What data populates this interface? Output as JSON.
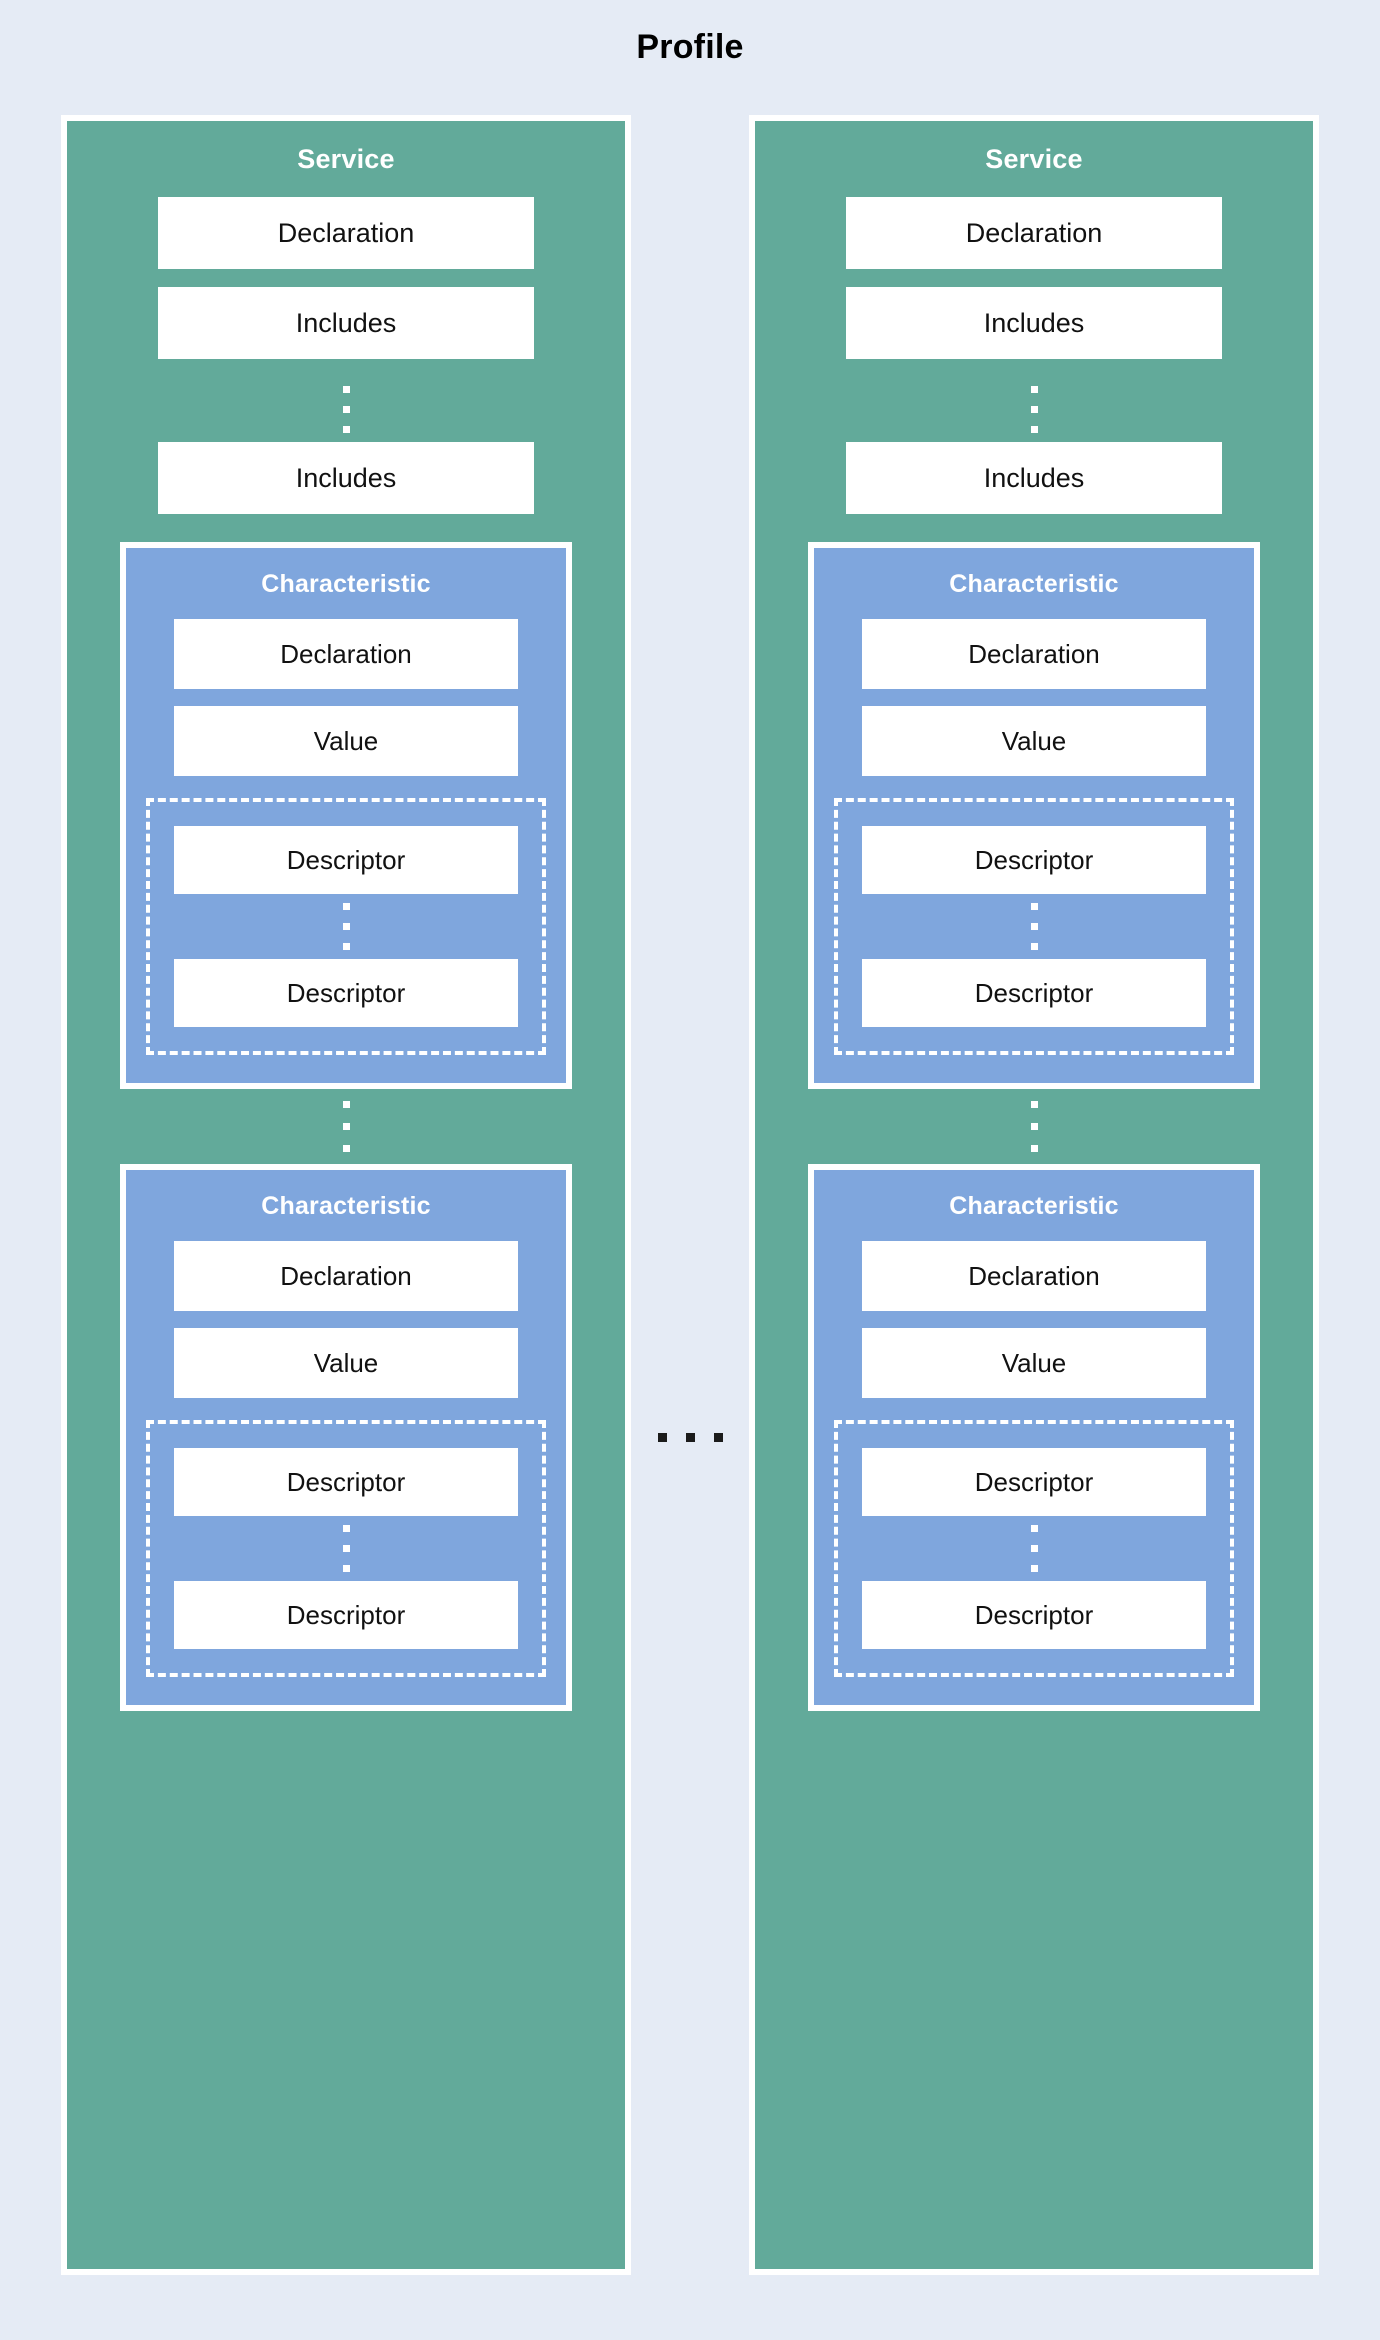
{
  "title": "Profile",
  "colors": {
    "background": "#e5ebf5",
    "service": "#62aa9a",
    "characteristic": "#7fa6dd",
    "leaf": "#ffffff",
    "border": "#ffffff",
    "text_dark": "#111111",
    "text_light": "#ffffff"
  },
  "labels": {
    "service": "Service",
    "characteristic": "Characteristic",
    "declaration": "Declaration",
    "includes": "Includes",
    "value": "Value",
    "descriptor": "Descriptor",
    "ellipsis_vertical": "vertical-ellipsis",
    "ellipsis_horizontal": "horizontal-ellipsis"
  },
  "diagram": {
    "type": "nested-block-hierarchy",
    "root": "Profile",
    "columns": [
      {
        "kind": "Service",
        "title": "Service",
        "items": [
          {
            "type": "leaf",
            "label": "Declaration"
          },
          {
            "type": "leaf",
            "label": "Includes"
          },
          {
            "type": "ellipsis",
            "orientation": "vertical"
          },
          {
            "type": "leaf",
            "label": "Includes"
          }
        ],
        "characteristics": [
          {
            "title": "Characteristic",
            "items": [
              {
                "type": "leaf",
                "label": "Declaration"
              },
              {
                "type": "leaf",
                "label": "Value"
              }
            ],
            "descriptors": {
              "border": "dashed",
              "items": [
                {
                  "type": "leaf",
                  "label": "Descriptor"
                },
                {
                  "type": "ellipsis",
                  "orientation": "vertical"
                },
                {
                  "type": "leaf",
                  "label": "Descriptor"
                }
              ]
            }
          },
          {
            "type": "ellipsis",
            "orientation": "vertical"
          },
          {
            "title": "Characteristic",
            "items": [
              {
                "type": "leaf",
                "label": "Declaration"
              },
              {
                "type": "leaf",
                "label": "Value"
              }
            ],
            "descriptors": {
              "border": "dashed",
              "items": [
                {
                  "type": "leaf",
                  "label": "Descriptor"
                },
                {
                  "type": "ellipsis",
                  "orientation": "vertical"
                },
                {
                  "type": "leaf",
                  "label": "Descriptor"
                }
              ]
            }
          }
        ]
      },
      {
        "kind": "Service",
        "title": "Service",
        "items": [
          {
            "type": "leaf",
            "label": "Declaration"
          },
          {
            "type": "leaf",
            "label": "Includes"
          },
          {
            "type": "ellipsis",
            "orientation": "vertical"
          },
          {
            "type": "leaf",
            "label": "Includes"
          }
        ],
        "characteristics": [
          {
            "title": "Characteristic",
            "items": [
              {
                "type": "leaf",
                "label": "Declaration"
              },
              {
                "type": "leaf",
                "label": "Value"
              }
            ],
            "descriptors": {
              "border": "dashed",
              "items": [
                {
                  "type": "leaf",
                  "label": "Descriptor"
                },
                {
                  "type": "ellipsis",
                  "orientation": "vertical"
                },
                {
                  "type": "leaf",
                  "label": "Descriptor"
                }
              ]
            }
          },
          {
            "type": "ellipsis",
            "orientation": "vertical"
          },
          {
            "title": "Characteristic",
            "items": [
              {
                "type": "leaf",
                "label": "Declaration"
              },
              {
                "type": "leaf",
                "label": "Value"
              }
            ],
            "descriptors": {
              "border": "dashed",
              "items": [
                {
                  "type": "leaf",
                  "label": "Descriptor"
                },
                {
                  "type": "ellipsis",
                  "orientation": "vertical"
                },
                {
                  "type": "leaf",
                  "label": "Descriptor"
                }
              ]
            }
          }
        ]
      }
    ],
    "between_columns": {
      "type": "ellipsis",
      "orientation": "horizontal",
      "dots": 3
    }
  }
}
